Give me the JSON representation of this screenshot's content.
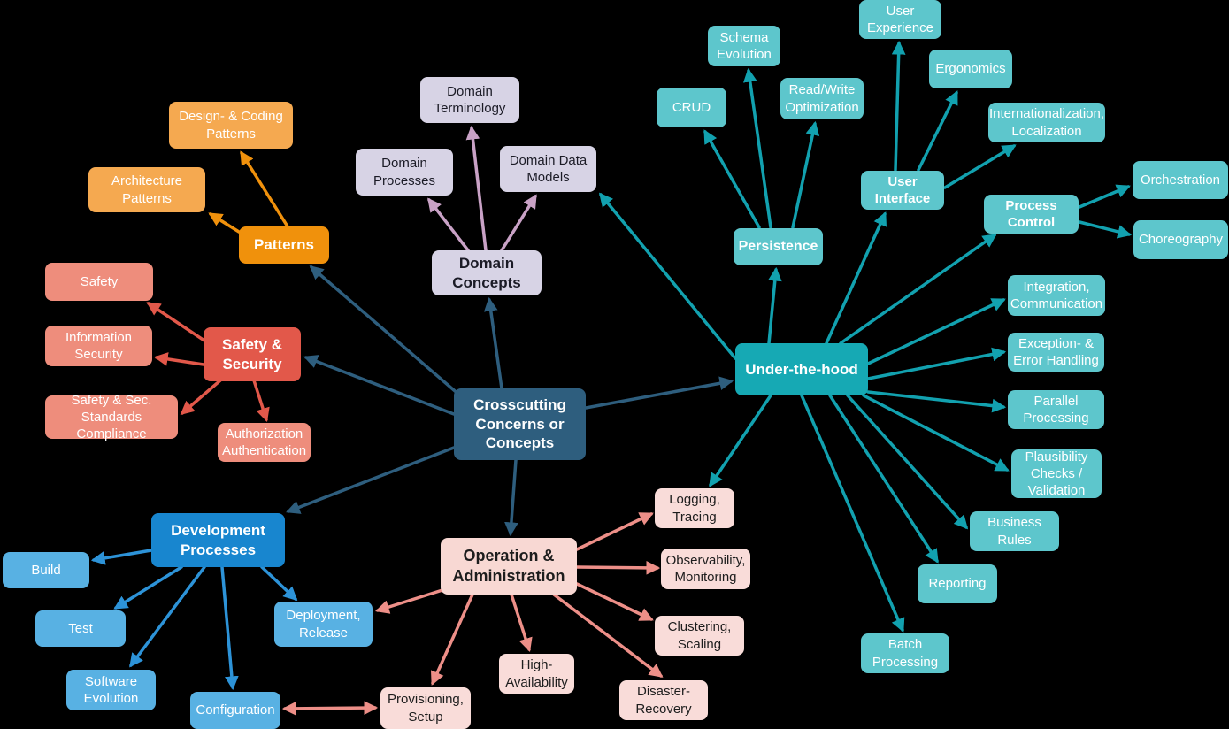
{
  "diagram_title": "Crosscutting Concerns or Concepts",
  "colors": {
    "background": "#000000",
    "center": "#2e5e7e",
    "patterns_branch": "#f0910c",
    "patterns_child": "#f5a950",
    "safety_branch": "#e2584a",
    "safety_child": "#ee8d7c",
    "domain_branch": "#d7d3e5",
    "domain_arrow": "#c9a2c6",
    "under_the_hood": "#16a9b4",
    "teal_child": "#5dc6cc",
    "teal_arrow": "#12a1af",
    "development_branch": "#1886cf",
    "development_child": "#58b1e3",
    "operations_branch": "#f8d8d3",
    "operations_arrow": "#ed8f88"
  },
  "nodes": {
    "crosscutting": "Crosscutting Concerns or Concepts",
    "patterns": "Patterns",
    "design_coding_patterns": "Design- & Coding Patterns",
    "architecture_patterns": "Architecture Patterns",
    "safety_security": "Safety & Security",
    "safety": "Safety",
    "information_security": "Information Security",
    "safety_sec_standards": "Safety & Sec. Standards Compliance",
    "authorization_authentication": "Authorization Authentication",
    "domain_concepts": "Domain Concepts",
    "domain_terminology": "Domain Terminology",
    "domain_processes": "Domain Processes",
    "domain_data_models": "Domain Data Models",
    "under_the_hood": "Under-the-hood",
    "persistence": "Persistence",
    "crud": "CRUD",
    "schema_evolution": "Schema Evolution",
    "read_write_optimization": "Read/Write Optimization",
    "user_interface": "User Interface",
    "user_experience": "User Experience",
    "ergonomics": "Ergonomics",
    "internationalization_localization": "Internationalization, Localization",
    "process_control": "Process Control",
    "orchestration": "Orchestration",
    "choreography": "Choreography",
    "integration_communication": "Integration, Communication",
    "exception_error_handling": "Exception- & Error Handling",
    "parallel_processing": "Parallel Processing",
    "plausibility_checks_validation": "Plausibility Checks / Validation",
    "business_rules": "Business Rules",
    "reporting": "Reporting",
    "batch_processing": "Batch Processing",
    "development_processes": "Development Processes",
    "build": "Build",
    "test": "Test",
    "software_evolution": "Software Evolution",
    "configuration": "Configuration",
    "deployment_release": "Deployment, Release",
    "operation_administration": "Operation & Administration",
    "logging_tracing": "Logging, Tracing",
    "observability_monitoring": "Observability, Monitoring",
    "clustering_scaling": "Clustering, Scaling",
    "high_availability": "High-Availability",
    "provisioning_setup": "Provisioning, Setup",
    "disaster_recovery": "Disaster-Recovery"
  },
  "edges": [
    {
      "from": "crosscutting",
      "to": "patterns"
    },
    {
      "from": "crosscutting",
      "to": "safety_security"
    },
    {
      "from": "crosscutting",
      "to": "domain_concepts"
    },
    {
      "from": "crosscutting",
      "to": "under_the_hood"
    },
    {
      "from": "crosscutting",
      "to": "development_processes"
    },
    {
      "from": "crosscutting",
      "to": "operation_administration"
    },
    {
      "from": "patterns",
      "to": "design_coding_patterns"
    },
    {
      "from": "patterns",
      "to": "architecture_patterns"
    },
    {
      "from": "safety_security",
      "to": "safety"
    },
    {
      "from": "safety_security",
      "to": "information_security"
    },
    {
      "from": "safety_security",
      "to": "safety_sec_standards"
    },
    {
      "from": "safety_security",
      "to": "authorization_authentication"
    },
    {
      "from": "domain_concepts",
      "to": "domain_terminology"
    },
    {
      "from": "domain_concepts",
      "to": "domain_processes"
    },
    {
      "from": "domain_concepts",
      "to": "domain_data_models"
    },
    {
      "from": "under_the_hood",
      "to": "persistence"
    },
    {
      "from": "under_the_hood",
      "to": "domain_data_models"
    },
    {
      "from": "under_the_hood",
      "to": "user_interface"
    },
    {
      "from": "under_the_hood",
      "to": "process_control"
    },
    {
      "from": "under_the_hood",
      "to": "integration_communication"
    },
    {
      "from": "under_the_hood",
      "to": "exception_error_handling"
    },
    {
      "from": "under_the_hood",
      "to": "parallel_processing"
    },
    {
      "from": "under_the_hood",
      "to": "plausibility_checks_validation"
    },
    {
      "from": "under_the_hood",
      "to": "business_rules"
    },
    {
      "from": "under_the_hood",
      "to": "reporting"
    },
    {
      "from": "under_the_hood",
      "to": "batch_processing"
    },
    {
      "from": "under_the_hood",
      "to": "logging_tracing"
    },
    {
      "from": "persistence",
      "to": "crud"
    },
    {
      "from": "persistence",
      "to": "schema_evolution"
    },
    {
      "from": "persistence",
      "to": "read_write_optimization"
    },
    {
      "from": "user_interface",
      "to": "user_experience"
    },
    {
      "from": "user_interface",
      "to": "ergonomics"
    },
    {
      "from": "user_interface",
      "to": "internationalization_localization"
    },
    {
      "from": "process_control",
      "to": "orchestration"
    },
    {
      "from": "process_control",
      "to": "choreography"
    },
    {
      "from": "development_processes",
      "to": "build"
    },
    {
      "from": "development_processes",
      "to": "test"
    },
    {
      "from": "development_processes",
      "to": "software_evolution"
    },
    {
      "from": "development_processes",
      "to": "configuration"
    },
    {
      "from": "development_processes",
      "to": "deployment_release"
    },
    {
      "from": "operation_administration",
      "to": "deployment_release"
    },
    {
      "from": "operation_administration",
      "to": "provisioning_setup"
    },
    {
      "from": "operation_administration",
      "to": "high_availability"
    },
    {
      "from": "operation_administration",
      "to": "disaster_recovery"
    },
    {
      "from": "operation_administration",
      "to": "clustering_scaling"
    },
    {
      "from": "operation_administration",
      "to": "observability_monitoring"
    },
    {
      "from": "operation_administration",
      "to": "logging_tracing"
    },
    {
      "from": "configuration",
      "to": "provisioning_setup",
      "bidirectional": true
    }
  ]
}
